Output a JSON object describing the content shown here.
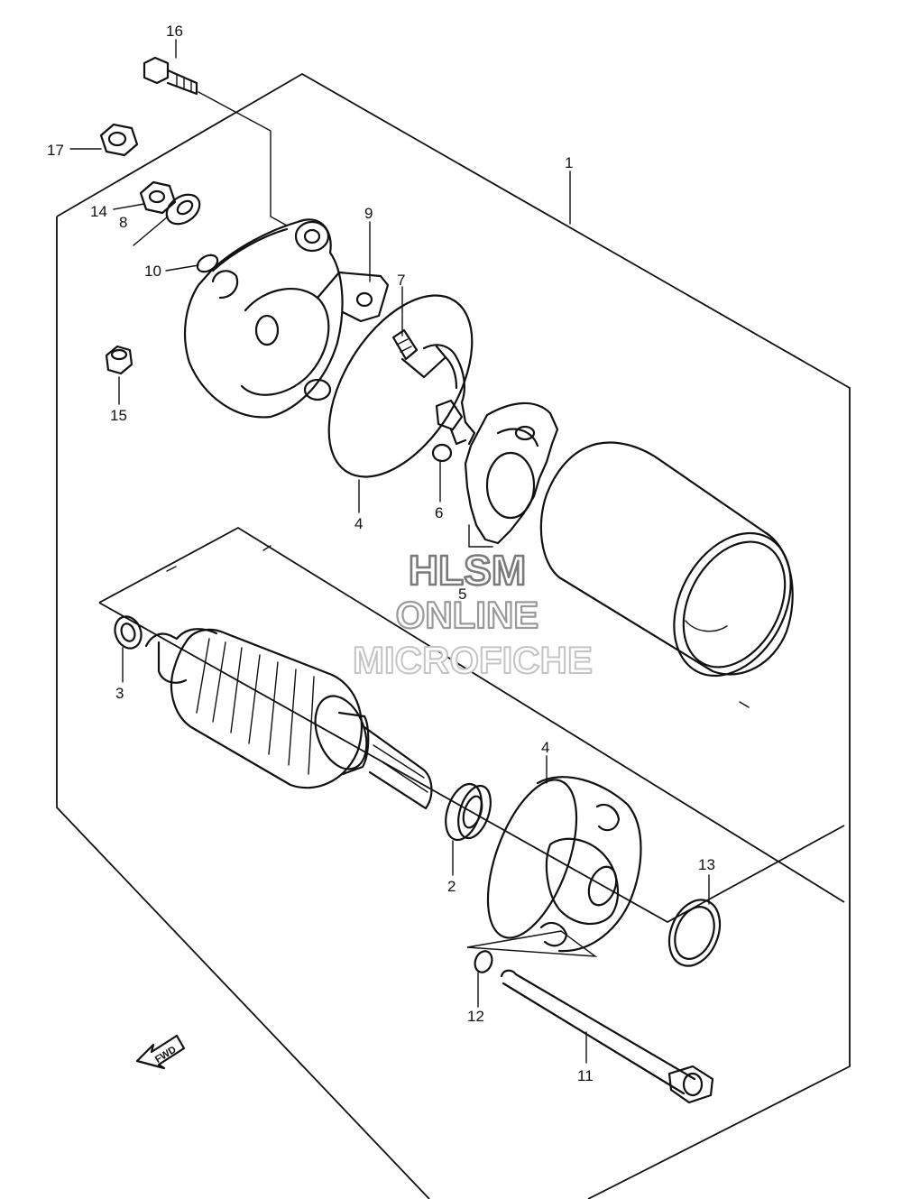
{
  "callouts": {
    "c1": "1",
    "c2": "2",
    "c3": "3",
    "c4a": "4",
    "c4b": "4",
    "c5": "5",
    "c6": "6",
    "c7": "7",
    "c8": "8",
    "c9": "9",
    "c10": "10",
    "c11": "11",
    "c12": "12",
    "c13": "13",
    "c14": "14",
    "c15": "15",
    "c16": "16",
    "c17": "17"
  },
  "watermark": {
    "line1": "HLSM",
    "line2": "ONLINE",
    "line3": "MICROFICHE"
  },
  "direction_badge": {
    "label": "FWD",
    "icon": "fwd-arrow-icon"
  },
  "colors": {
    "line": "#111111",
    "background": "#ffffff"
  }
}
